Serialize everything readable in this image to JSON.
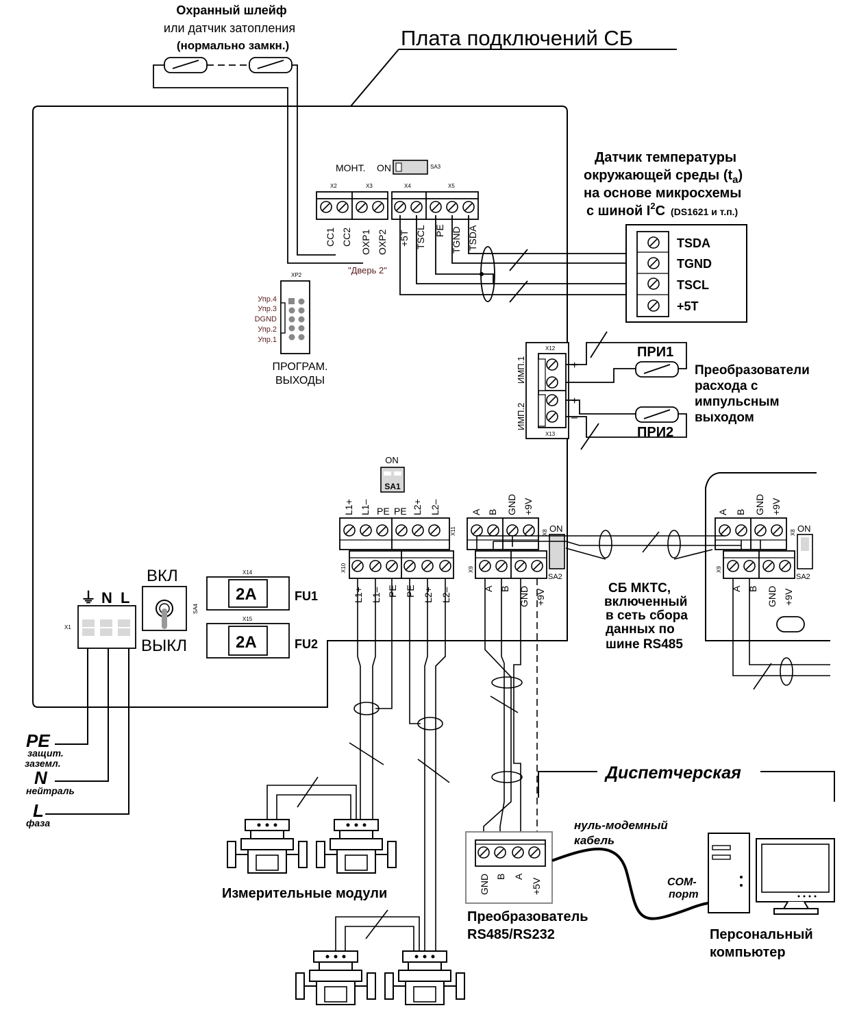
{
  "title": "Плата подключений СБ",
  "loop": {
    "line1": "Охранный шлейф",
    "line2": "или датчик затопления",
    "line3": "(нормально замкн.)"
  },
  "mont": {
    "label": "МОНТ.",
    "on": "ON",
    "switch": "SA3"
  },
  "connectors": {
    "x2": "X2",
    "x3": "X3",
    "x4": "X4",
    "x5": "X5",
    "xp2": "XP2",
    "x12": "X12",
    "x13": "X13",
    "x10": "X10",
    "x11": "X11",
    "x9": "X9",
    "x8": "X8",
    "x14": "X14",
    "x15": "X15",
    "x1": "X1",
    "sa4": "SA4"
  },
  "top_terminals": [
    "CC1",
    "CC2",
    "OXP1",
    "OXP2",
    "+5T",
    "TSCL",
    "PE",
    "TGND",
    "TSDA"
  ],
  "door2": "\"Дверь 2\"",
  "temp_sensor": {
    "line1": "Датчик температуры",
    "line2": "окружающей среды (t",
    "sub": "a",
    "line2b": ")",
    "line3": "на основе микросхемы",
    "line4": "с шиной I",
    "sup": "2",
    "line4b": "C",
    "note": "(DS1621 и т.п.)",
    "pins": [
      "TSDA",
      "TGND",
      "TSCL",
      "+5T"
    ]
  },
  "prog": {
    "pins": [
      "Упр.4",
      "Упр.3",
      "DGND",
      "Упр.2",
      "Упр.1"
    ],
    "line1": "ПРОГРАМ.",
    "line2": "ВЫХОДЫ"
  },
  "imp": {
    "imp1": "ИМП.1",
    "imp2": "ИМП.2",
    "plus": "+",
    "minus": "–",
    "pri1": "ПРИ1",
    "pri2": "ПРИ2",
    "text": [
      "Преобразователи",
      "расхода  с",
      "импульсным",
      "выходом"
    ]
  },
  "sa1": {
    "on": "ON",
    "label": "SA1"
  },
  "line_terms_top": [
    "L1+",
    "L1–",
    "PE",
    "PE",
    "L2+",
    "L2–"
  ],
  "line_terms_bot": [
    "L1+",
    "L1–",
    "PE",
    "PE",
    "L2+",
    "L2–"
  ],
  "rs_terms_top": [
    "A",
    "B",
    "GND",
    "+9V"
  ],
  "rs_terms_bot": [
    "A",
    "B",
    "GND",
    "+9V"
  ],
  "sa2": {
    "on": "ON",
    "label": "SA2"
  },
  "power": {
    "earth": "⏚",
    "n": "N",
    "l": "L",
    "on": "ВКЛ",
    "off": "ВЫКЛ"
  },
  "fuses": {
    "fu1": "2A",
    "fu2": "2A",
    "fu1_label": "FU1",
    "fu2_label": "FU2"
  },
  "mains": {
    "pe": "PE",
    "pe_sub1": "защит.",
    "pe_sub2": "заземл.",
    "n": "N",
    "n_sub": "нейтраль",
    "l": "L",
    "l_sub": "фаза"
  },
  "mkts": [
    "СБ МКТС,",
    "включенный",
    "в сеть сбора",
    "данных по",
    "шине RS485"
  ],
  "modules_label": "Измерительные  модули",
  "dispatch": "Диспетчерская",
  "null_modem": [
    "нуль-модемный",
    "кабель"
  ],
  "com_port": [
    "COM-",
    "порт"
  ],
  "converter": {
    "pins": [
      "GND",
      "B",
      "A",
      "+5V"
    ],
    "line1": "Преобразователь",
    "line2": "RS485/RS232"
  },
  "pc": [
    "Персональный",
    "компьютер"
  ]
}
